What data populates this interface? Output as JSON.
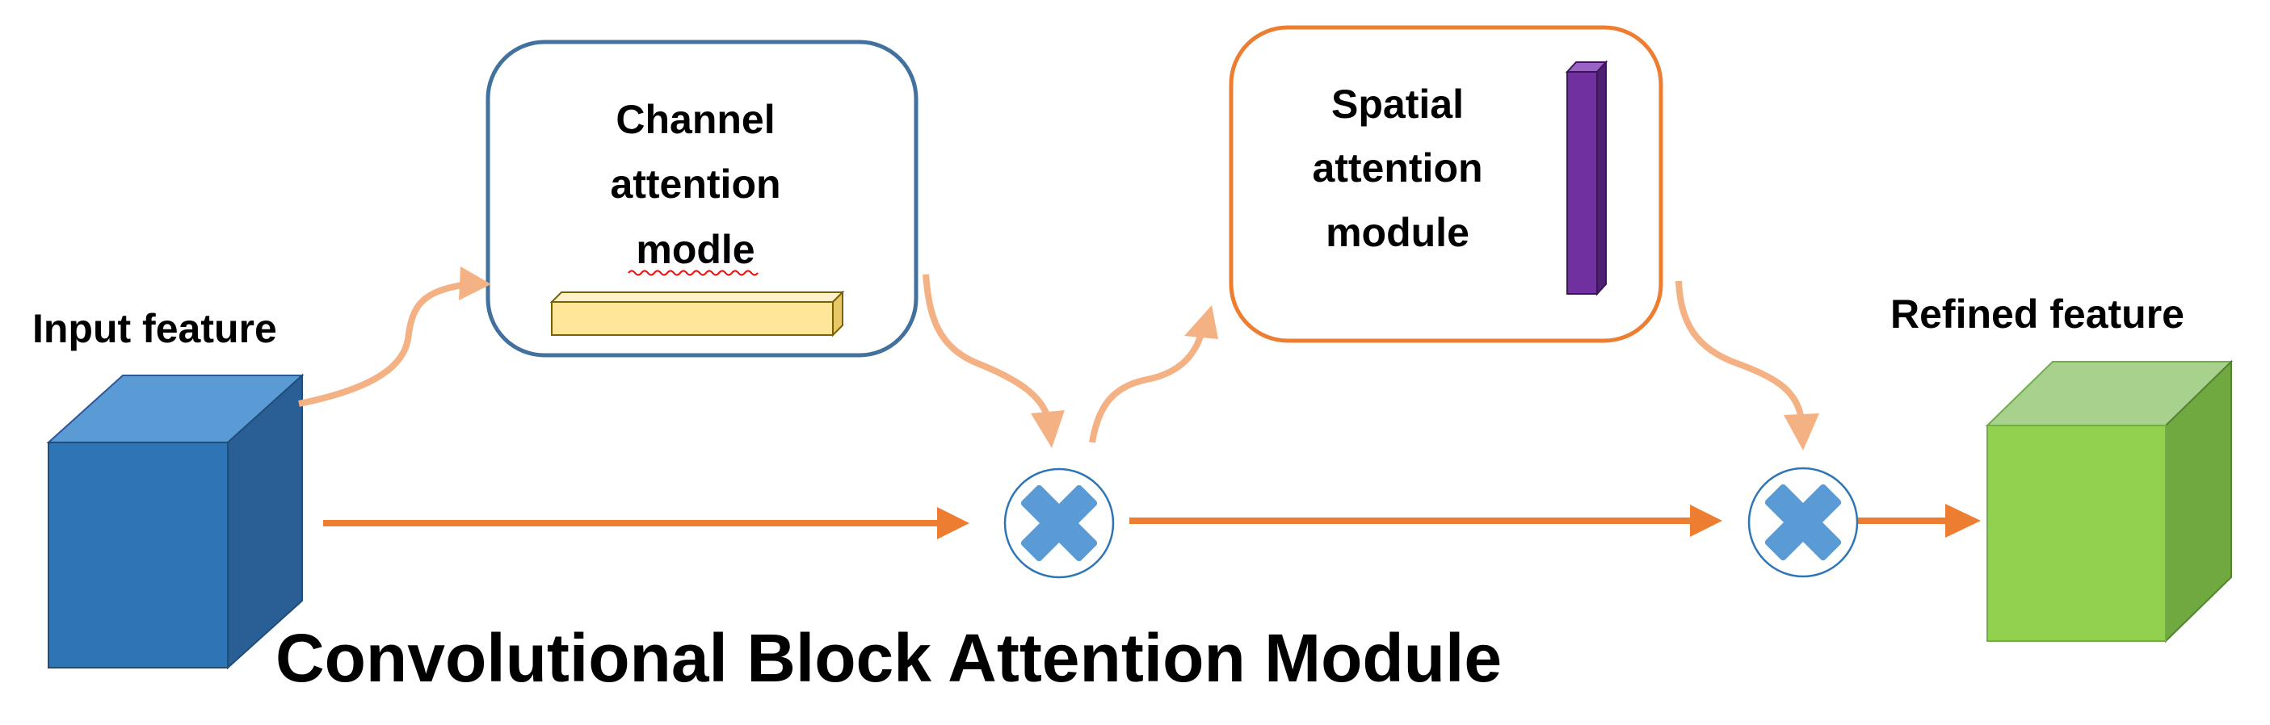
{
  "labels": {
    "input": "Input feature",
    "refined": "Refined feature",
    "title": "Convolutional Block Attention Module"
  },
  "channel_module": {
    "lines": [
      "Channel",
      "attention",
      "modle"
    ]
  },
  "spatial_module": {
    "lines": [
      "Spatial",
      "attention",
      "module"
    ]
  },
  "colors": {
    "main_arrow": "#ED7D31",
    "light_arrow": "#F4B183",
    "channel_border": "#41719C",
    "spatial_border": "#ED7D31",
    "input_cube": "#2E75B6",
    "refined_cube": "#92D050",
    "channel_bar": "#FFE699",
    "spatial_bar": "#7030A0",
    "multiply_x": "#5B9BD5",
    "multiply_circle": "#2E75B6",
    "spellcheck": "#FF0000"
  }
}
